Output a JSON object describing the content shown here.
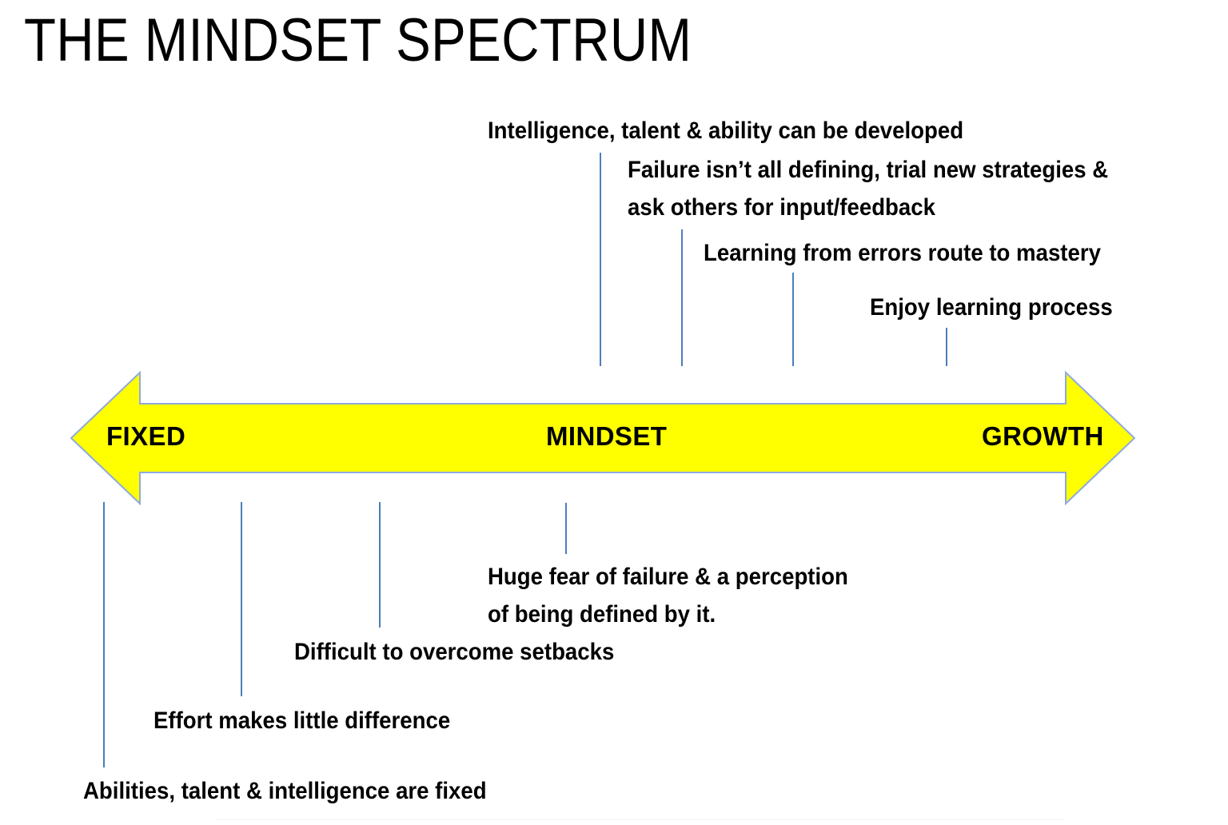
{
  "slide": {
    "title": "THE MINDSET SPECTRUM",
    "background_color": "#FFFFFF"
  },
  "spectrum": {
    "type": "double-headed-arrow",
    "fill_color": "#FFFF00",
    "outline_color": "#8FAADC",
    "left_label": "FIXED",
    "center_label": "MINDSET",
    "right_label": "GROWTH"
  },
  "connector_color": "#4A7EBB",
  "growth_callouts": [
    {
      "text": "Intelligence, talent & ability can be developed"
    },
    {
      "text": "Failure isn’t all defining, trial new strategies &\nask others for input/feedback"
    },
    {
      "text": "Learning from errors route to mastery"
    },
    {
      "text": "Enjoy learning process"
    }
  ],
  "fixed_callouts": [
    {
      "text": "Huge fear of failure & a perception\nof being defined by it."
    },
    {
      "text": "Difficult to overcome setbacks"
    },
    {
      "text": "Effort makes little difference"
    },
    {
      "text": "Abilities, talent & intelligence are fixed"
    }
  ]
}
